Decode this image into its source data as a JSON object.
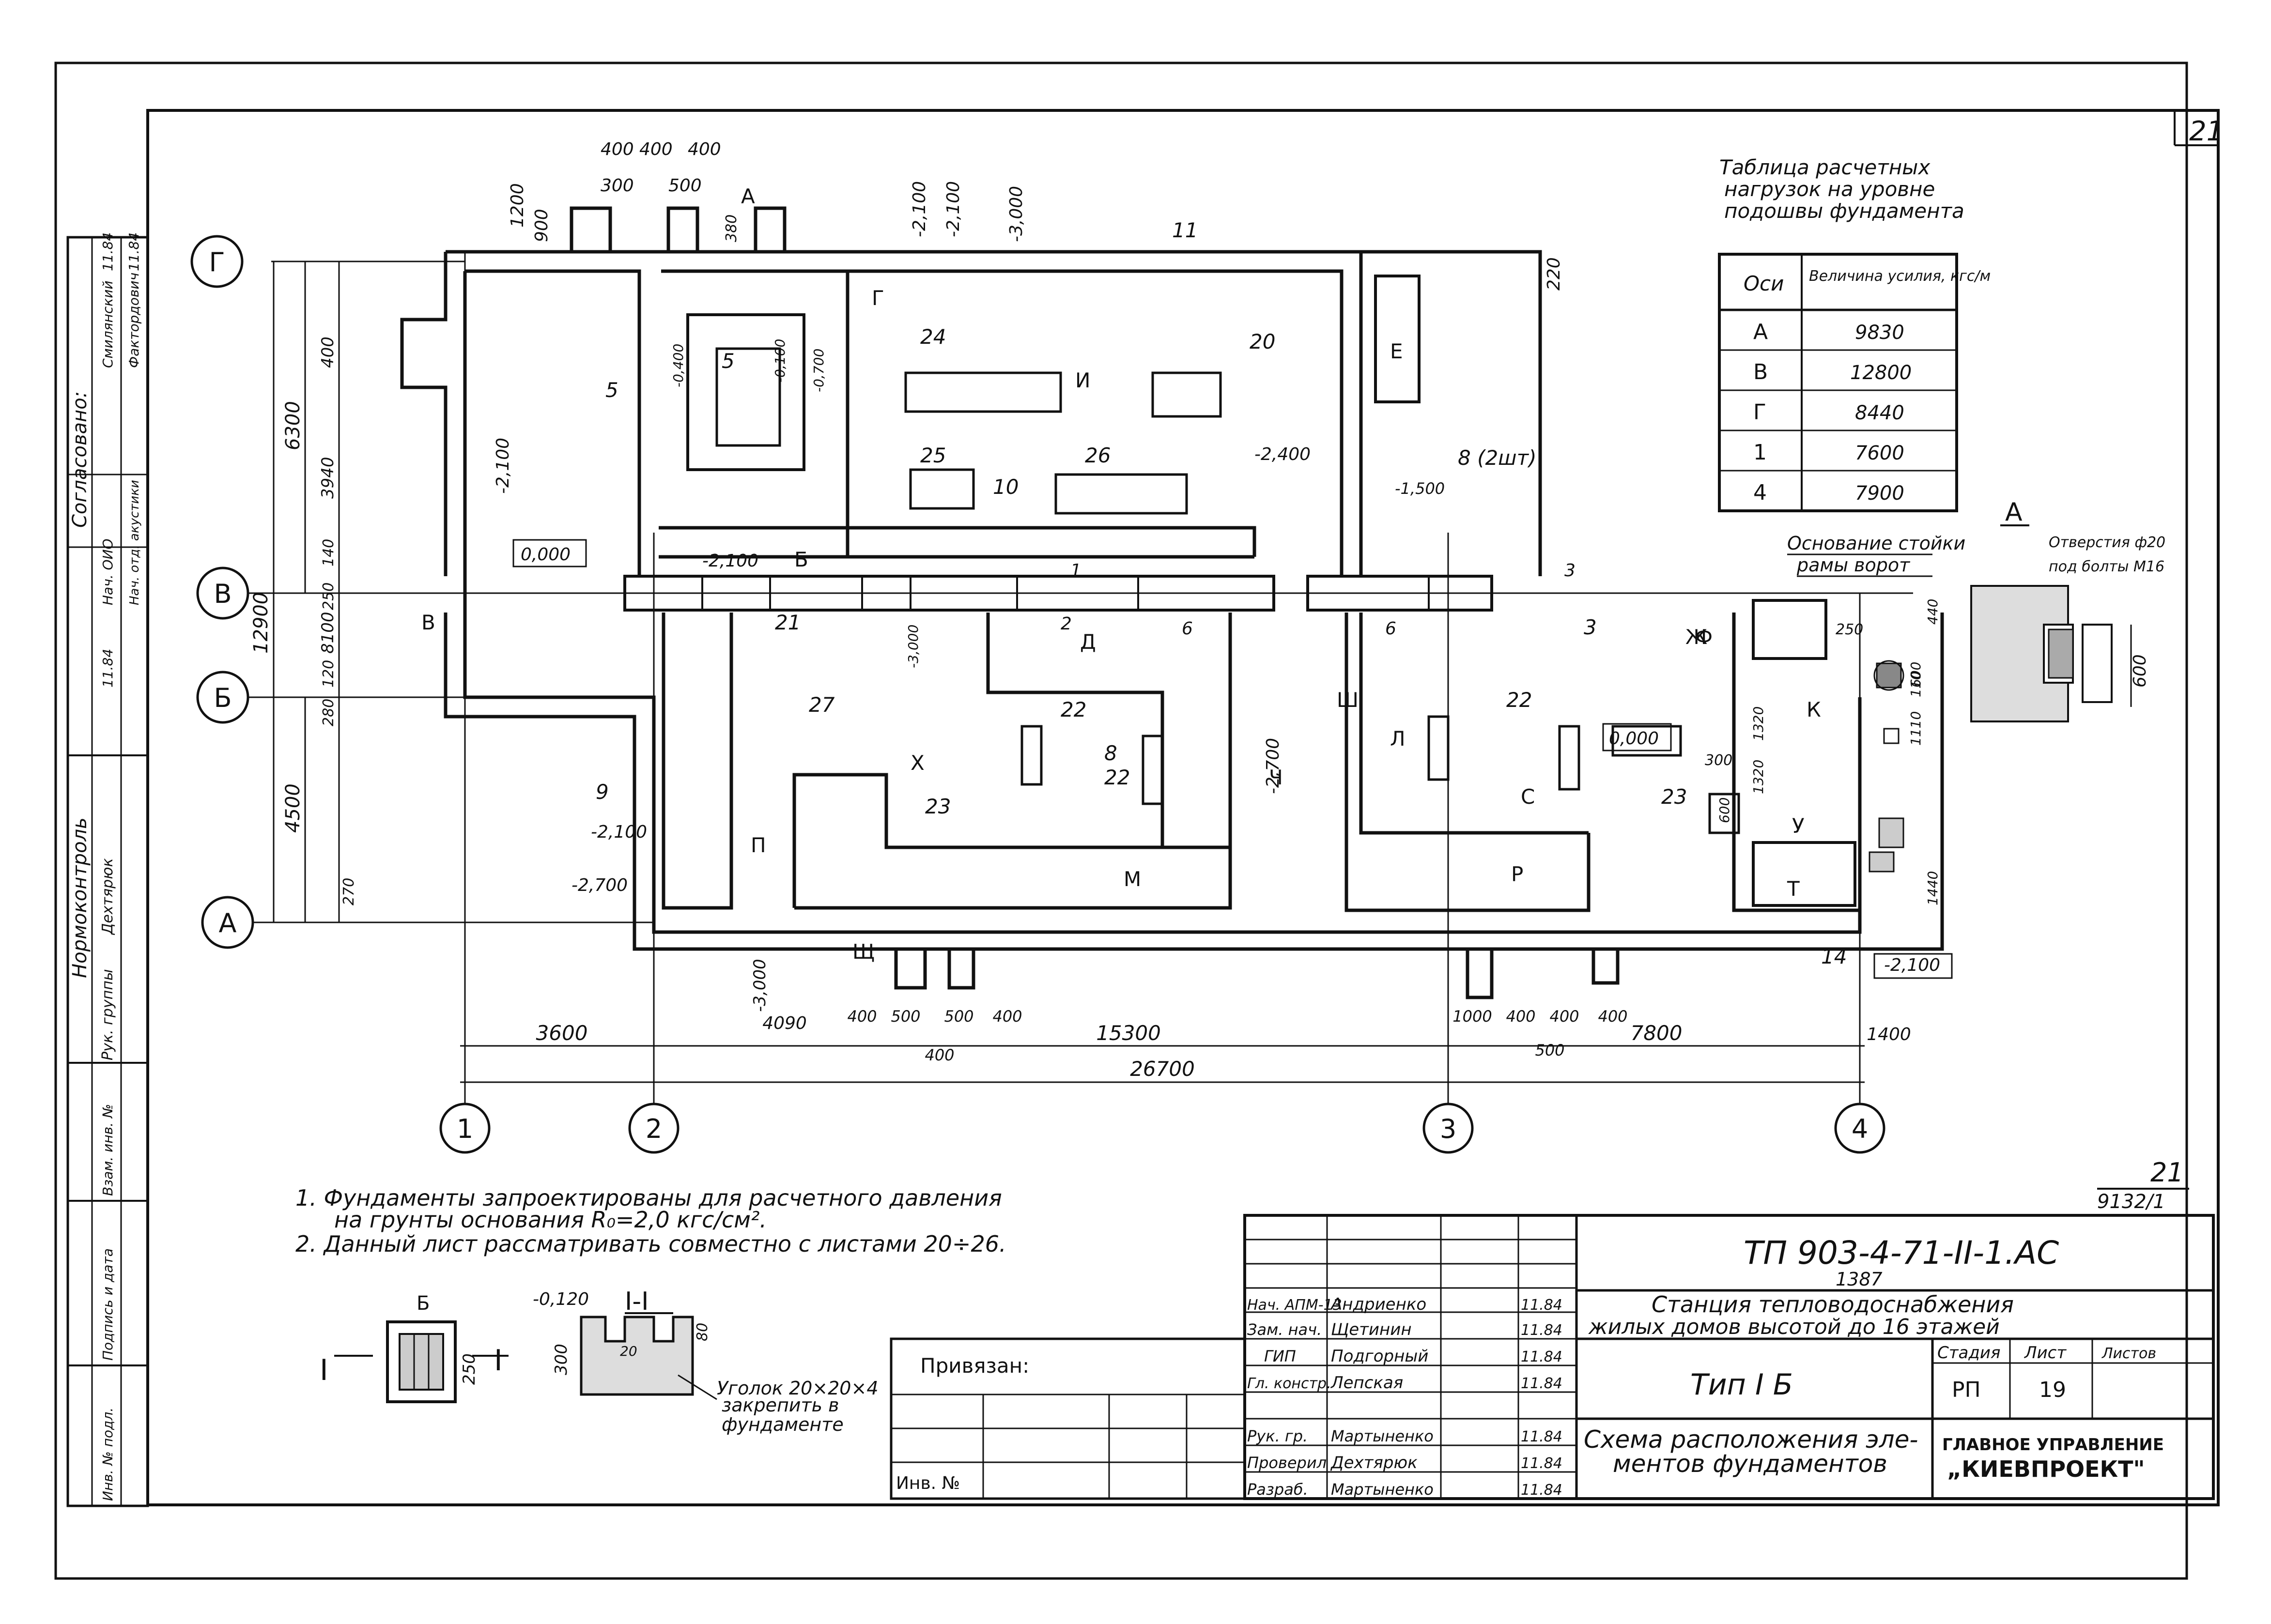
{
  "sheet_number": "21",
  "stamp": {
    "top": "21",
    "bottom": "9132/1"
  },
  "axes": {
    "rows": [
      "Г",
      "В",
      "Б",
      "А"
    ],
    "cols": [
      "1",
      "2",
      "3",
      "4"
    ]
  },
  "dims_left": {
    "outer": "12900",
    "upper": "6300",
    "lower": "4500",
    "parts": [
      "400",
      "3940",
      "140",
      "8100",
      "250",
      "120",
      "280",
      "270"
    ]
  },
  "dims_bottom": {
    "total": "26700",
    "spans": [
      "3600",
      "15300",
      "7800",
      "1400"
    ],
    "details": [
      "4090",
      "400",
      "500",
      "500",
      "400",
      "400",
      "1000",
      "400",
      "400",
      "500",
      "400"
    ]
  },
  "dims_top": [
    "400",
    "400",
    "400",
    "300",
    "500",
    "1200",
    "900",
    "380",
    "220"
  ],
  "elevations": [
    "-2,100",
    "-2,100",
    "-3,000",
    "-2,100",
    "-2,700",
    "-3,000",
    "-2,100",
    "-2,700",
    "-3,000",
    "-2,400",
    "-2,100",
    "-2,100",
    "-1,500",
    "-0,400",
    "-0,700",
    "-0,100"
  ],
  "marks_zero": [
    "0,000",
    "0,000"
  ],
  "elevation_bottom": "-2,700",
  "callouts": [
    "11",
    "5",
    "5",
    "24",
    "20",
    "25",
    "10",
    "26",
    "8 (2шт)",
    "21",
    "27",
    "22",
    "8",
    "22",
    "9",
    "23",
    "3",
    "22",
    "23",
    "14",
    "1",
    "2",
    "3",
    "6",
    "6"
  ],
  "section_letters": [
    "А",
    "Б",
    "В",
    "Е",
    "Ж",
    "Г",
    "Д",
    "И",
    "К",
    "Л",
    "М",
    "П",
    "Р",
    "С",
    "Т",
    "У",
    "Ф",
    "Х",
    "Щ",
    "Ч",
    "Ш"
  ],
  "load_table": {
    "title": [
      "Таблица расчетных",
      "нагрузок на уровне",
      "подошвы фундамента"
    ],
    "header": [
      "Оси",
      "Величина усилия, кгс/м"
    ],
    "rows": [
      [
        "А",
        "9830"
      ],
      [
        "В",
        "12800"
      ],
      [
        "Г",
        "8440"
      ],
      [
        "1",
        "7600"
      ],
      [
        "4",
        "7900"
      ]
    ]
  },
  "detail_a": {
    "label": "А",
    "caption1": "Основание стойки",
    "caption2": "рамы ворот",
    "caption3": "Отверстия ф20",
    "caption4": "под болты М16",
    "dims": [
      "250",
      "110",
      "600",
      "440",
      "600",
      "1440",
      "1320",
      "1320",
      "300",
      "600",
      "1110"
    ]
  },
  "notes": [
    "1. Фундаменты запроектированы для расчетного давления",
    "на грунты основания R₀=2,0 кгс/см².",
    "2. Данный лист рассматривать совместно с листами 20÷26."
  ],
  "detail_b": {
    "label": "Б",
    "dim": "250"
  },
  "section_1": {
    "label": "I-I",
    "elev": "-0,120",
    "dims": [
      "300",
      "80",
      "20"
    ],
    "note": [
      "Уголок 20×20×4",
      "закрепить в",
      "фундаменте"
    ]
  },
  "left_stamps": {
    "agreed": "Согласовано:",
    "names": [
      "Смилянский",
      "Фактордович"
    ],
    "roles": [
      "Нач. ОИО",
      "Нач. отд. акустики"
    ],
    "dates": [
      "11.84",
      "11.84"
    ],
    "normcontrol": "Нормоконтроль",
    "group": "Рук. группы",
    "group_name": "Дехтярюк",
    "group_date": "11.84",
    "inv_fields": [
      "Взам. инв. №",
      "Подпись и дата",
      "Инв. № подл."
    ]
  },
  "privyazan": {
    "label": "Привязан:",
    "inv": "Инв. №"
  },
  "title_block": {
    "doc_code": "ТП 903-4-71-II-1.АС",
    "year": "1387",
    "project": [
      "Станция тепловодоснабжения",
      "жилых домов высотой до 16 этажей"
    ],
    "type": "Тип I Б",
    "sheet_title": [
      "Схема расположения эле-",
      "ментов фундаментов"
    ],
    "stage_header": [
      "Стадия",
      "Лист",
      "Листов"
    ],
    "stage": "РП",
    "sheet": "19",
    "org": [
      "ГЛАВНОЕ УПРАВЛЕНИЕ",
      "„КИЕВПРОЕКТ\""
    ],
    "people": [
      [
        "Нач. АПМ-13",
        "Андриенко",
        "11.84"
      ],
      [
        "Зам. нач.",
        "Щетинин",
        "11.84"
      ],
      [
        "ГИП",
        "Подгорный",
        "11.84"
      ],
      [
        "Гл. констр.",
        "Лепская",
        "11.84"
      ],
      [
        "Рук. гр.",
        "Мартыненко",
        "11.84"
      ],
      [
        "Проверил",
        "Дехтярюк",
        "11.84"
      ],
      [
        "Разраб.",
        "Мартыненко",
        "11.84"
      ]
    ]
  }
}
